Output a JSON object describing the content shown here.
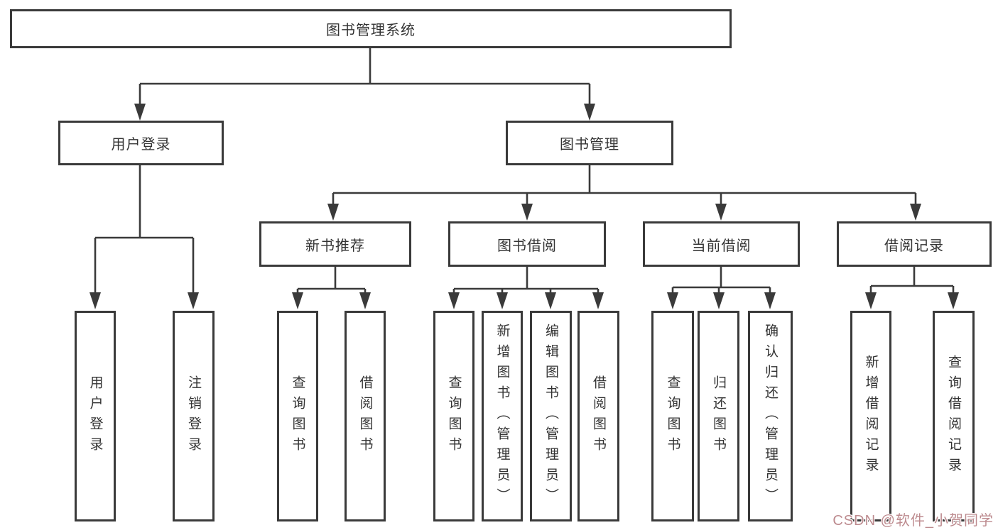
{
  "tree": {
    "root": {
      "label": "图书管理系统",
      "children": [
        {
          "label": "用户登录",
          "children": [
            {
              "label": "用户登录"
            },
            {
              "label": "注销登录"
            }
          ]
        },
        {
          "label": "图书管理",
          "children": [
            {
              "label": "新书推荐",
              "children": [
                {
                  "label": "查询图书"
                },
                {
                  "label": "借阅图书"
                }
              ]
            },
            {
              "label": "图书借阅",
              "children": [
                {
                  "label": "查询图书"
                },
                {
                  "label": "新增图书（管理员）"
                },
                {
                  "label": "编辑图书（管理员）"
                },
                {
                  "label": "借阅图书"
                }
              ]
            },
            {
              "label": "当前借阅",
              "children": [
                {
                  "label": "查询图书"
                },
                {
                  "label": "归还图书"
                },
                {
                  "label": "确认归还（管理员）"
                }
              ]
            },
            {
              "label": "借阅记录",
              "children": [
                {
                  "label": "新增借阅记录"
                },
                {
                  "label": "查询借阅记录"
                }
              ]
            }
          ]
        }
      ]
    }
  },
  "watermark": {
    "text": "CSDN @软件_小贺同学"
  },
  "colors": {
    "line": "#3a3a3a",
    "node_border": "#3a3a3a",
    "node_text": "#333333",
    "watermark_text": "#bd8b8f",
    "background": "#ffffff"
  }
}
